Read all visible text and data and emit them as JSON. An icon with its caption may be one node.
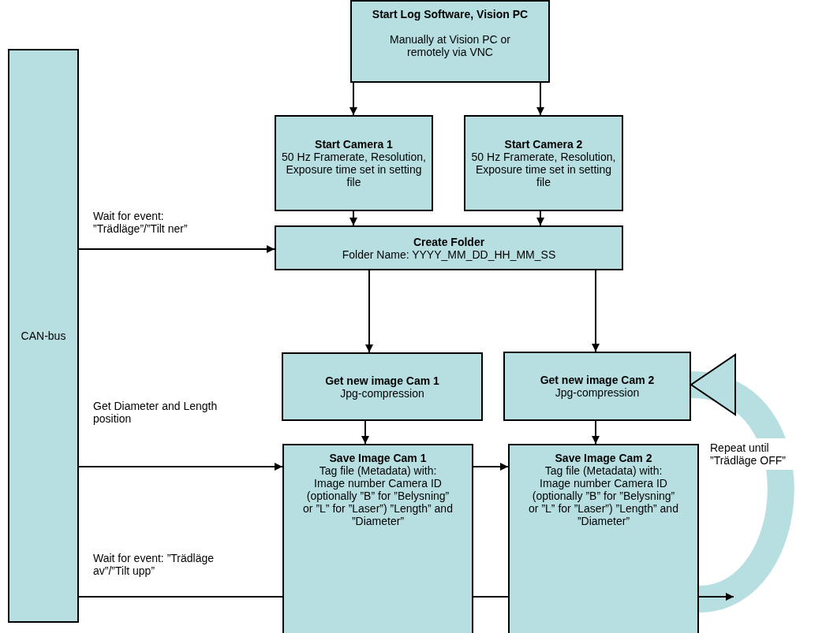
{
  "diagram": {
    "nodes": [
      {
        "text": [
          "CAN-bus"
        ]
      },
      {
        "text": [
          "Start Log Software, Vision PC",
          "Manually at Vision PC or remotely via VNC"
        ]
      },
      {
        "text": [
          "Start Camera 1",
          "50 Hz Framerate, Resolution, Exposure time set in setting file"
        ]
      },
      {
        "text": [
          "Start Camera 2",
          "50 Hz Framerate, Resolution, Exposure time set in setting file"
        ]
      },
      {
        "text": [
          "Create Folder",
          "Folder Name: YYYY_MM_DD_HH_MM_SS"
        ]
      },
      {
        "text": [
          "Get new image Cam 1",
          "Jpg-compression"
        ]
      },
      {
        "text": [
          "Get new image Cam 2",
          "Jpg-compression"
        ]
      },
      {
        "text": [
          "Save Image Cam 1",
          "Tag file (Metadata) with: Image number Camera ID (optionally ”B” for ”Belysning” or ”L” for ”Laser”) ”Length” and ”Diameter”"
        ]
      },
      {
        "text": [
          "Save Image Cam 2",
          "Tag file (Metadata) with: Image number Camera ID (optionally ”B” for ”Belysning” or ”L” for ”Laser”) ”Length” and ”Diameter”"
        ]
      }
    ],
    "edges": [
      {
        "from": 1,
        "to": 2,
        "arrow": "to"
      },
      {
        "from": 1,
        "to": 3,
        "arrow": "to"
      },
      {
        "from": 2,
        "to": 4,
        "arrow": "to"
      },
      {
        "from": 3,
        "to": 4,
        "arrow": "to"
      },
      {
        "from": 0,
        "to": 4,
        "arrow": "to",
        "label": "Wait for event: ”Trädläge”/”Tilt ner”"
      },
      {
        "from": 4,
        "to": 5,
        "arrow": "to"
      },
      {
        "from": 4,
        "to": 6,
        "arrow": "to"
      },
      {
        "from": 5,
        "to": 7,
        "arrow": "to"
      },
      {
        "from": 6,
        "to": 8,
        "arrow": "to"
      },
      {
        "from": 0,
        "to": 7,
        "arrow": "to",
        "label": "Get Diameter and Length position"
      },
      {
        "from": 7,
        "to": 8,
        "arrow": "to"
      },
      {
        "from": 0,
        "to": null,
        "arrow": "to",
        "label": "Wait for event: ”Trädläge av”/”Tilt upp”"
      },
      {
        "from": 8,
        "to": 6,
        "arrow": "to",
        "label": "Repeat until ”Trädläge OFF”",
        "style": "thick",
        "color": "#b7dfe2"
      }
    ]
  }
}
